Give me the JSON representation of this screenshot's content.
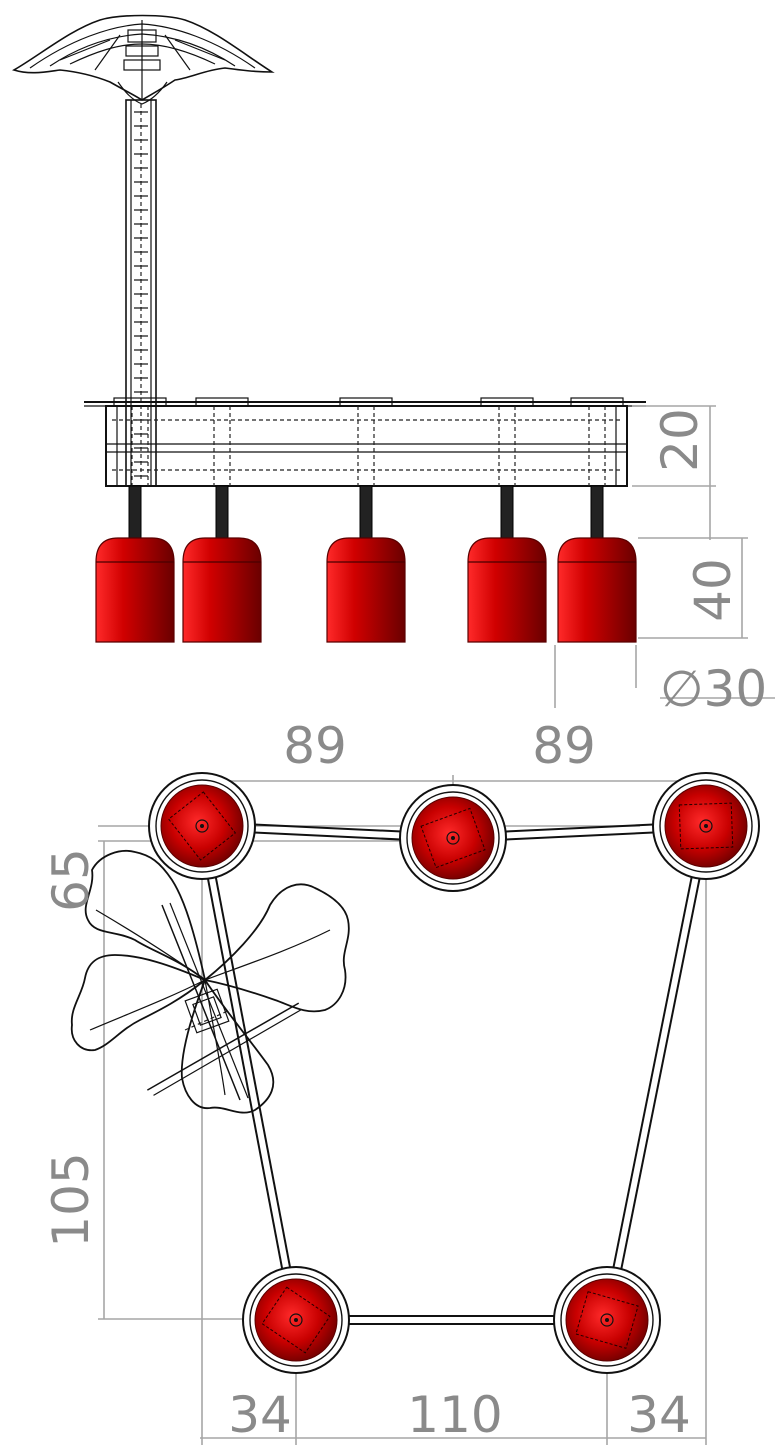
{
  "dimensions": {
    "height_body": "20",
    "height_pod": "40",
    "pod_diameter": "∅30",
    "width_left": "89",
    "width_right": "89",
    "depth_top": "65",
    "depth_bottom": "105",
    "bottom_left": "34",
    "bottom_middle": "110",
    "bottom_right": "34"
  },
  "colors": {
    "pod_red": "#c40000",
    "pod_dark": "#7a0000",
    "line_dark": "#111111",
    "dimension_gray": "#8a8a8a"
  }
}
